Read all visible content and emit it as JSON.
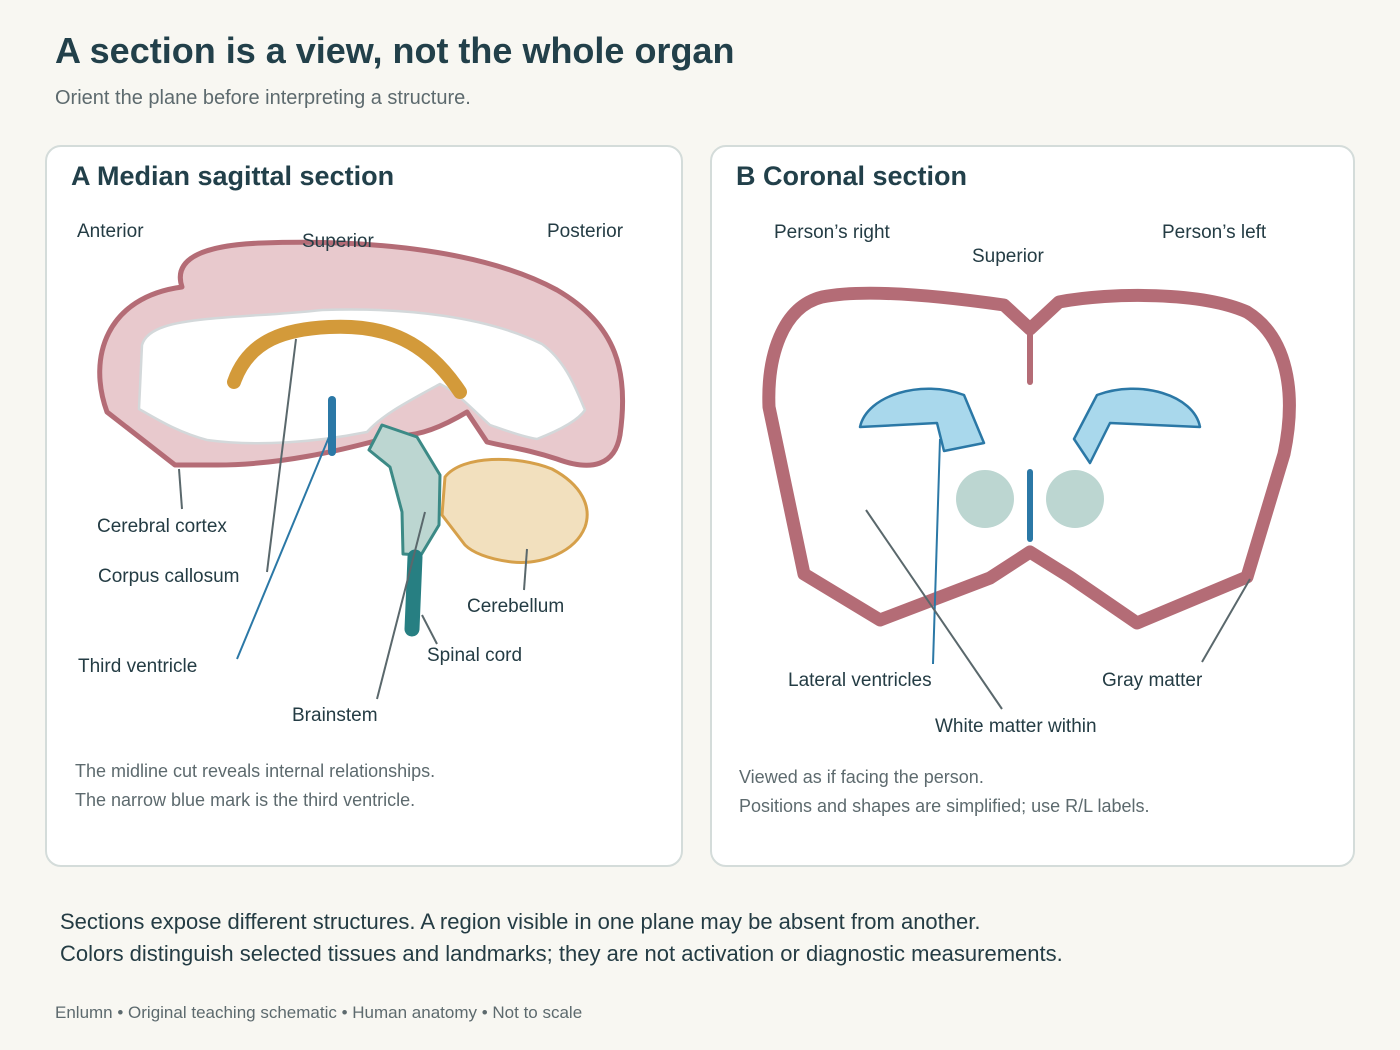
{
  "title": "A section is a view, not the whole organ",
  "subtitle": "Orient the plane before interpreting a structure.",
  "panel_a": {
    "heading": "A Median sagittal section",
    "orientation": {
      "anterior": "Anterior",
      "superior": "Superior",
      "posterior": "Posterior"
    },
    "labels": {
      "cerebral_cortex": "Cerebral cortex",
      "corpus_callosum": "Corpus callosum",
      "third_ventricle": "Third ventricle",
      "brainstem": "Brainstem",
      "spinal_cord": "Spinal cord",
      "cerebellum": "Cerebellum"
    },
    "notes": [
      "The midline cut reveals internal relationships.",
      "The narrow blue mark is the third ventricle."
    ]
  },
  "panel_b": {
    "heading": "B Coronal section",
    "orientation": {
      "right": "Person’s right",
      "superior": "Superior",
      "left": "Person’s left"
    },
    "labels": {
      "lateral_ventricles": "Lateral ventricles",
      "white_matter": "White matter within",
      "gray_matter": "Gray matter"
    },
    "notes": [
      "Viewed as if facing the person.",
      "Positions and shapes are simplified; use R/L labels."
    ]
  },
  "footer": [
    "Sections expose different structures. A region visible in one plane may be absent from another.",
    "Colors distinguish selected tissues and landmarks; they are not activation or diagnostic measurements."
  ],
  "credit": "Enlumn • Original teaching schematic • Human anatomy • Not to scale",
  "colors": {
    "cortex_stroke": "#b46c76",
    "cortex_fill": "#e8c9cd",
    "corpus_callosum": "#d39a3a",
    "ventricle": "#2b78a6",
    "ventricle_fill": "#a9d8ec",
    "brainstem_fill": "#bcd6d1",
    "brainstem_stroke": "#3c8a86",
    "spinal_cord": "#277f82",
    "cerebellum_fill": "#f2e0be",
    "cerebellum_stroke": "#d6a04a",
    "deep_nuclei": "#bcd6d1"
  }
}
